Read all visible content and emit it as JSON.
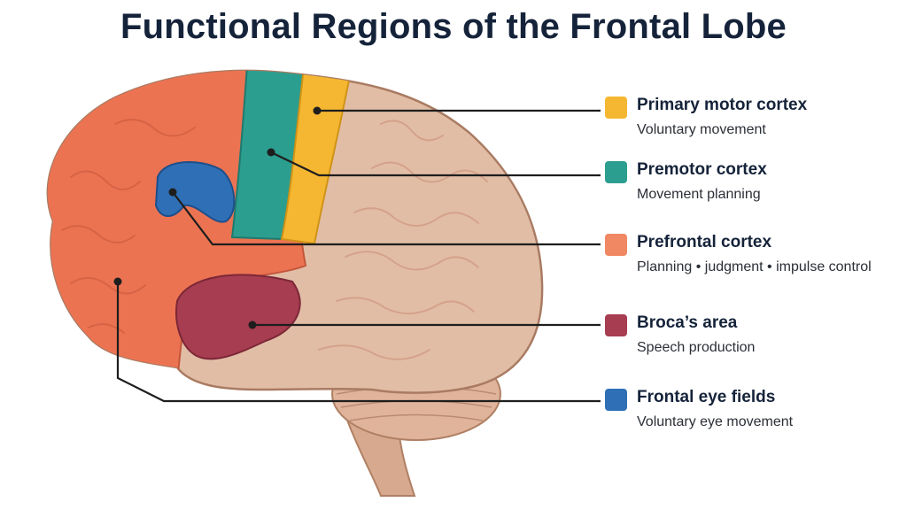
{
  "title": "Functional Regions of the Frontal Lobe",
  "colors": {
    "primary_motor": "#f5b731",
    "premotor": "#2c9e8f",
    "prefrontal": "#f08863",
    "broca": "#a73d50",
    "frontal_eye": "#2f6fb6",
    "brain": "#e2bda6",
    "frontal": "#ec7352"
  },
  "legend": [
    {
      "name": "Primary motor cortex",
      "desc": "Voluntary movement",
      "color": "#f5b731"
    },
    {
      "name": "Premotor cortex",
      "desc": "Movement planning",
      "color": "#2c9e8f"
    },
    {
      "name": "Prefrontal cortex",
      "desc": "Planning • judgment • impulse control",
      "color": "#f08863"
    },
    {
      "name": "Broca’s area",
      "desc": "Speech production",
      "color": "#a73d50"
    },
    {
      "name": "Frontal eye fields",
      "desc": "Voluntary eye movement",
      "color": "#2f6fb6"
    }
  ]
}
